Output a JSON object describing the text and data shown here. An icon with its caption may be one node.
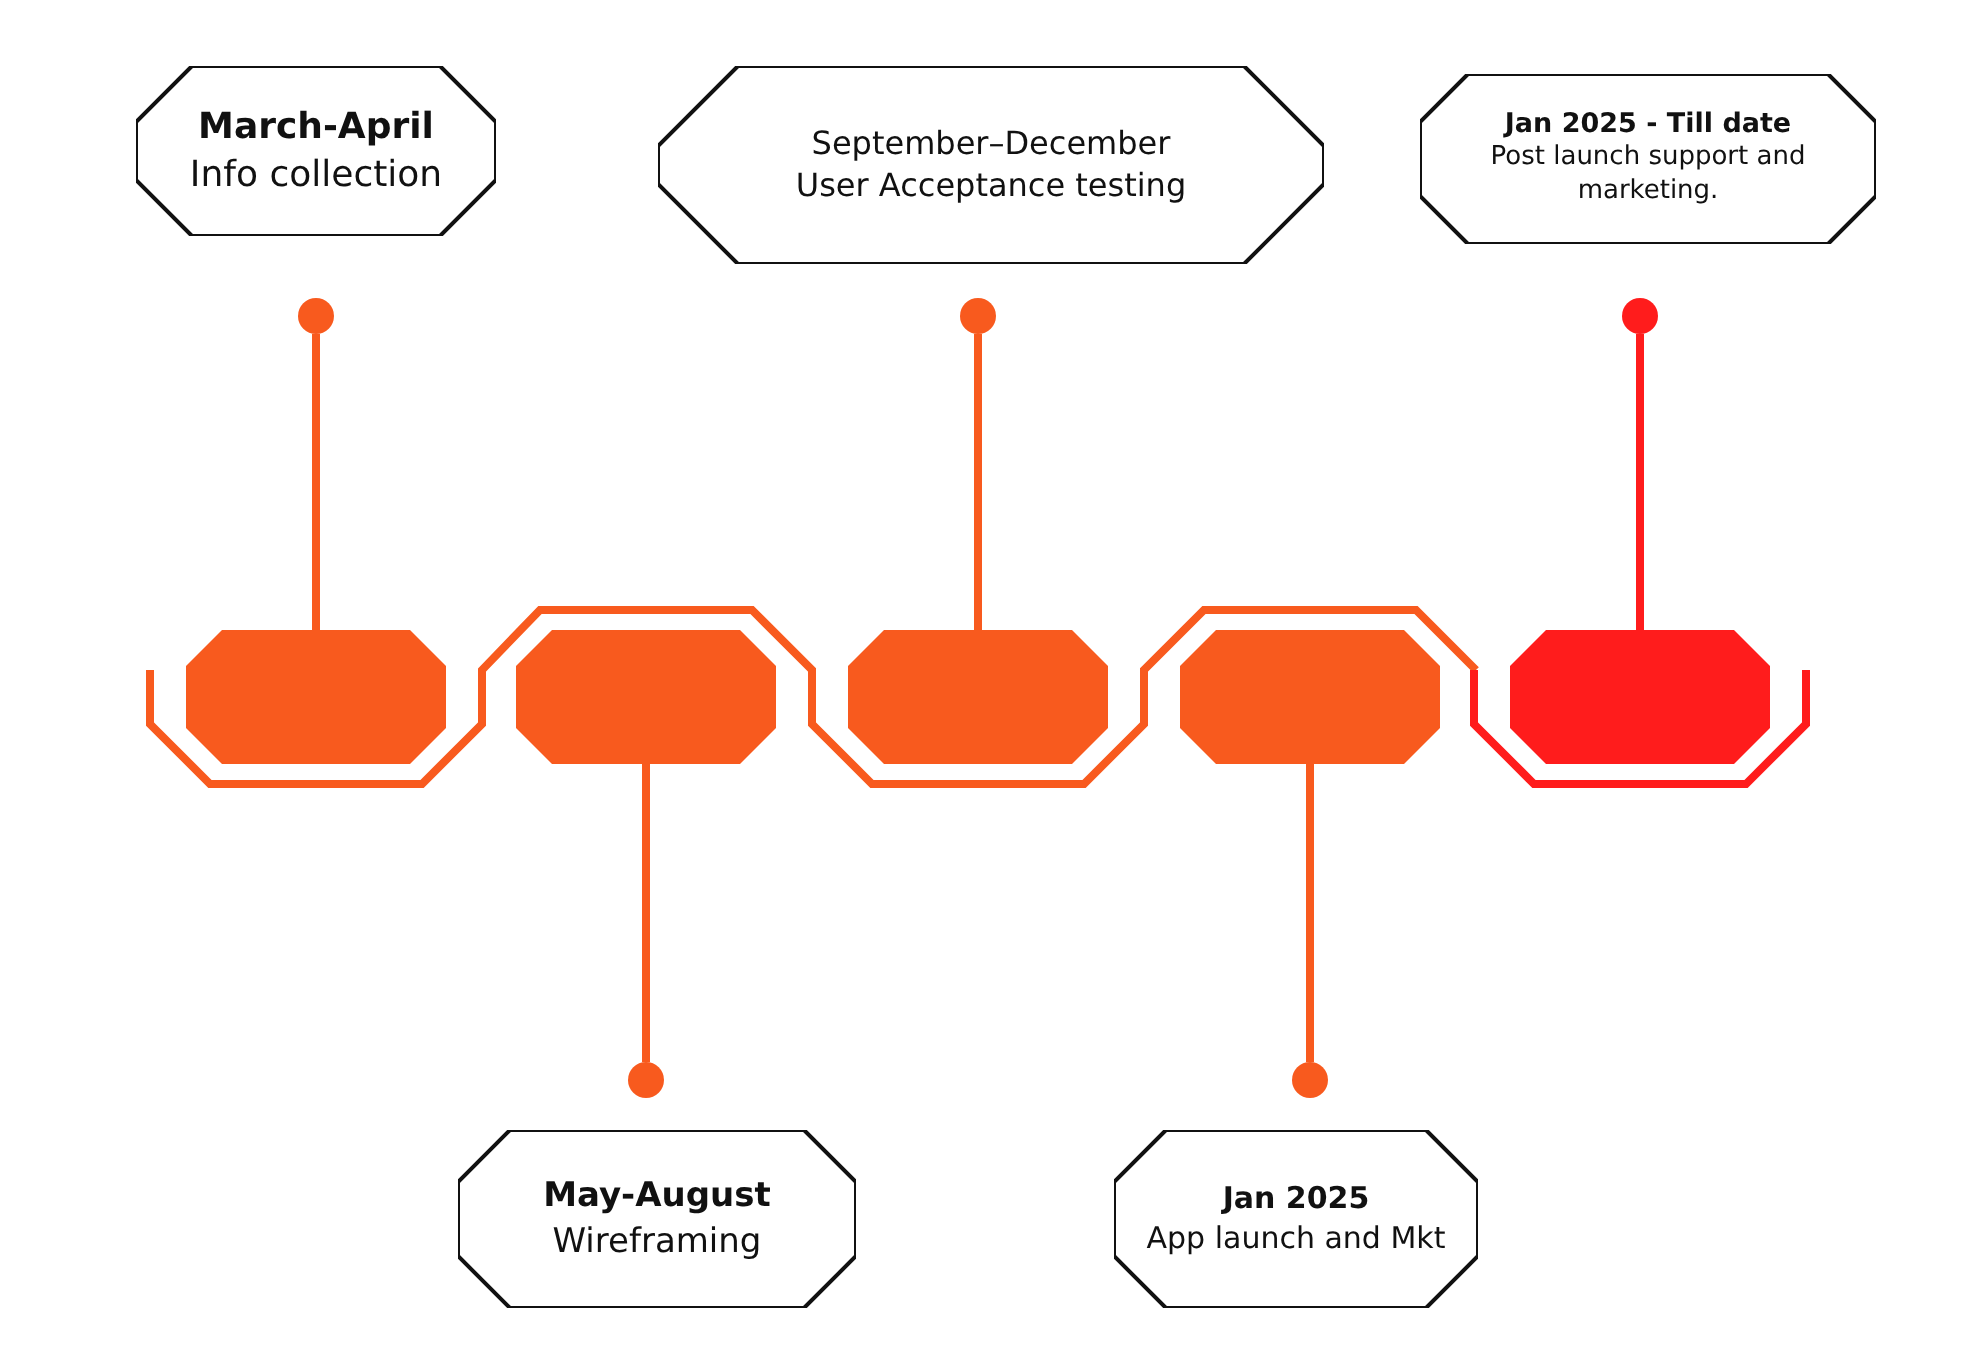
{
  "diagram": {
    "nodes": [
      {
        "text": [
          "March-April",
          "Info collection"
        ]
      },
      {
        "text": [
          "September–December",
          "User Acceptance testing"
        ]
      },
      {
        "text": [
          "Jan 2025 - Till date",
          "Post launch support and marketing."
        ]
      },
      {
        "text": [],
        "shape": "circle"
      },
      {
        "text": [],
        "shape": "circle"
      },
      {
        "text": [],
        "shape": "circle"
      },
      {
        "text": [],
        "shape": "box"
      },
      {
        "text": [],
        "shape": "box"
      },
      {
        "text": [],
        "shape": "box"
      },
      {
        "text": [],
        "shape": "box"
      },
      {
        "text": [],
        "shape": "box"
      },
      {
        "text": [],
        "shape": "circle"
      },
      {
        "text": [],
        "shape": "circle"
      },
      {
        "text": [
          "May-August",
          "Wireframing"
        ]
      },
      {
        "text": [
          "Jan 2025",
          "App launch and Mkt"
        ]
      }
    ],
    "edges": [
      {
        "from": 6,
        "to": 3,
        "arrow": "none"
      },
      {
        "from": 7,
        "to": 11,
        "arrow": "none"
      },
      {
        "from": 8,
        "to": 4,
        "arrow": "none"
      },
      {
        "from": 9,
        "to": 12,
        "arrow": "none"
      },
      {
        "from": 10,
        "to": 5,
        "arrow": "none",
        "color": "#ff1c1c"
      }
    ]
  }
}
